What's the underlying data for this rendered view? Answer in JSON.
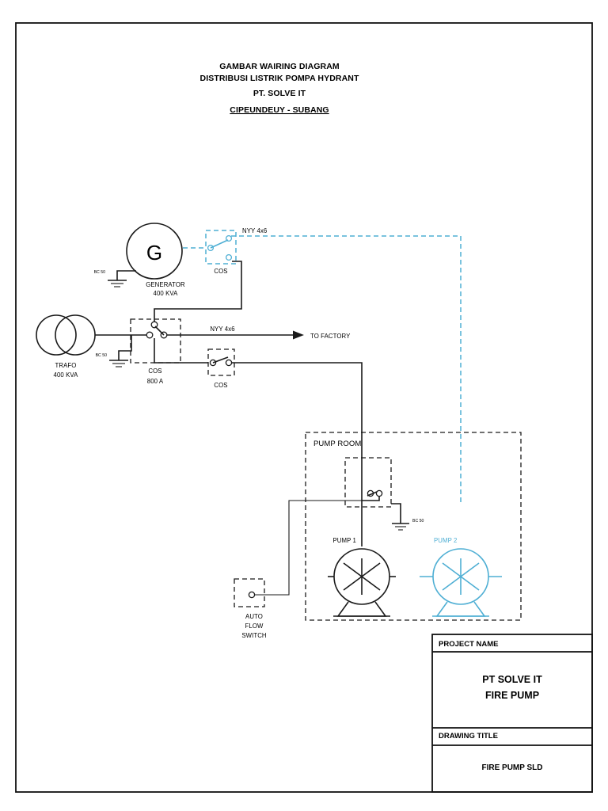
{
  "document": {
    "title_lines": [
      "GAMBAR WAIRING DIAGRAM",
      "DISTRIBUSI LISTRIK POMPA HYDRANT",
      "PT. SOLVE IT"
    ],
    "title_underlined": "CIPEUNDEUY - SUBANG",
    "accent_color": "#4FAFD4",
    "line_color": "#1a1a1a",
    "background": "#ffffff"
  },
  "diagram": {
    "generator": {
      "symbol_letter": "G",
      "label_line1": "GENERATOR",
      "label_line2": "400 KVA",
      "ground_label": "BC 50"
    },
    "transformer": {
      "label_line1": "TRAFO",
      "label_line2": "400 KVA",
      "ground_label": "BC 50"
    },
    "switches": [
      {
        "name": "cos-generator",
        "label": "COS",
        "color": "#4FAFD4"
      },
      {
        "name": "cos-main",
        "label_line1": "COS",
        "label_line2": "800 A",
        "color": "#1a1a1a"
      },
      {
        "name": "cos-pump-feeder",
        "label": "COS",
        "color": "#1a1a1a"
      },
      {
        "name": "cos-pump-room",
        "label": "",
        "color": "#1a1a1a"
      }
    ],
    "cables": [
      {
        "name": "cable-generator",
        "label": "NYY 4x6"
      },
      {
        "name": "cable-factory",
        "label": "NYY 4x6"
      }
    ],
    "destination": {
      "label": "TO FACTORY"
    },
    "pump_room": {
      "label": "PUMP ROOM",
      "ground_label": "BC 50",
      "pumps": [
        {
          "name": "pump-1",
          "label": "PUMP 1",
          "color": "#1a1a1a"
        },
        {
          "name": "pump-2",
          "label": "PUMP 2",
          "color": "#4FAFD4"
        }
      ]
    },
    "auto_flow_switch": {
      "label_line1": "AUTO",
      "label_line2": "FLOW",
      "label_line3": "SWITCH"
    }
  },
  "title_block": {
    "project_name_header": "PROJECT NAME",
    "project_name_line1": "PT SOLVE IT",
    "project_name_line2": "FIRE PUMP",
    "drawing_title_header": "DRAWING TITLE",
    "drawing_title_value": "FIRE PUMP SLD"
  }
}
